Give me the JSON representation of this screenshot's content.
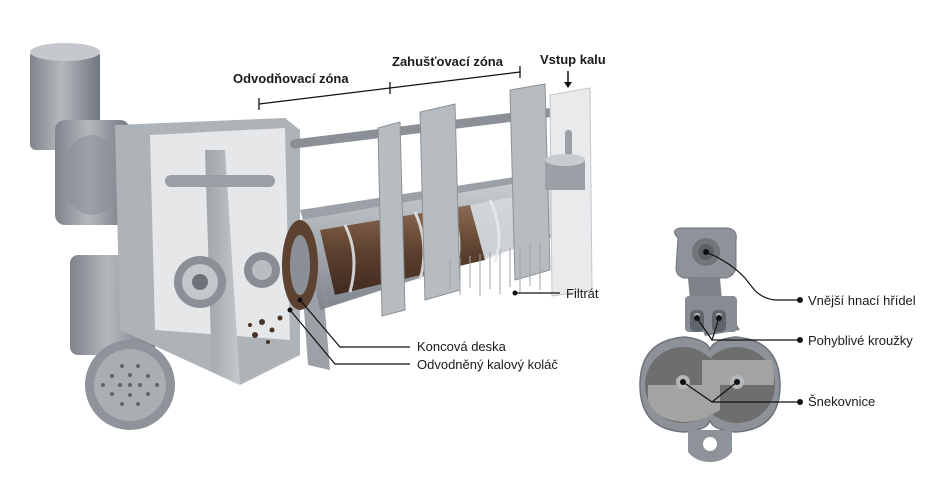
{
  "labels": {
    "dewatering_zone": "Odvodňovací zóna",
    "thickening_zone": "Zahušťovací zóna",
    "sludge_inlet": "Vstup kalu",
    "filtrate": "Filtrát",
    "end_plate": "Koncová deska",
    "dewatered_cake": "Odvodněný kalový koláč",
    "outer_drive_shaft": "Vnější hnací hřídel",
    "moving_rings": "Pohyblivé kroužky",
    "screw": "Šnekovnice"
  },
  "colors": {
    "frame": "#9aa0a6",
    "frame_dark": "#6d7379",
    "frame_light": "#c9cdd1",
    "sludge": "#6b4a36",
    "line": "#111111"
  }
}
